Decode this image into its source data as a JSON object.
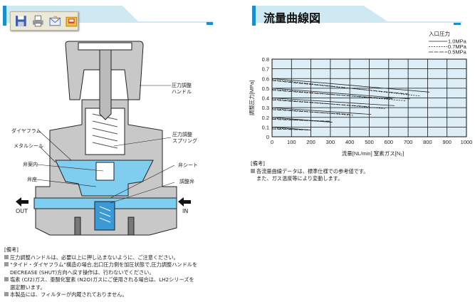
{
  "toolbar": {
    "icons": [
      "save-icon",
      "print-icon",
      "email-icon",
      "save-to-folder-icon"
    ]
  },
  "left": {
    "labels": {
      "handle": "圧力調整\nハンドル",
      "diaphragm": "ダイヤフラム",
      "metal_seal": "メタルシール",
      "valve_guide": "弁案内",
      "valve_seat": "弁座",
      "spring": "圧力調整\nスプリング",
      "seat": "弁シート",
      "adj_valve": "調整弁",
      "out": "OUT",
      "in": "IN"
    },
    "notes_title": "[備考]",
    "notes": [
      "圧力調整ハンドルは、必要以上に押し込まないように、ご注意ください。",
      "“タイド・ダイヤフラム”構造の場合,出口圧力側を加圧状態で,圧力調整ハンドルを",
      "DECREASE (SHUT)方向へ戻す操作は、行わないでください。",
      "塩素 (Cℓ2)ガス、亜酸化窒素 (N2O)ガスにご使用される場合は、LH2シリーズを",
      "選定願います。",
      "本製品には、フィルターが内蔵されておりません。"
    ]
  },
  "right": {
    "title": "流量曲線図",
    "notes_title": "[備考]",
    "notes": [
      "各流量曲線データは、標準仕様での参考値です。",
      "また、ガス温度等により変動します。"
    ]
  },
  "chart_data": {
    "type": "line",
    "xlabel": "流量[NL/min] 窒素ガス[N₂]",
    "ylabel": "調整圧力[MPa]",
    "xlim": [
      0,
      1000
    ],
    "ylim": [
      0,
      0.8
    ],
    "xticks": [
      "0",
      "100",
      "200",
      "300",
      "400",
      "500",
      "600",
      "700",
      "800",
      "900",
      "1000"
    ],
    "yticks": [
      "0",
      "0.1",
      "0.2",
      "0.3",
      "0.4",
      "0.5",
      "0.6",
      "0.7",
      "0.8"
    ],
    "grid": true,
    "legend_title": "入口圧力",
    "legend_position": "top-right",
    "series": [
      {
        "name": "1.0MPa",
        "style": "solid",
        "lines": [
          [
            [
              0,
              0.6
            ],
            [
              810,
              0.46
            ]
          ],
          [
            [
              0,
              0.5
            ],
            [
              710,
              0.39
            ]
          ],
          [
            [
              0,
              0.4
            ],
            [
              630,
              0.32
            ]
          ],
          [
            [
              0,
              0.3
            ],
            [
              510,
              0.23
            ]
          ],
          [
            [
              0,
              0.2
            ],
            [
              310,
              0.15
            ]
          ],
          [
            [
              0,
              0.1
            ],
            [
              200,
              0.07
            ]
          ]
        ]
      },
      {
        "name": "0.7MPa",
        "style": "dashed",
        "lines": [
          [
            [
              0,
              0.59
            ],
            [
              760,
              0.42
            ]
          ],
          [
            [
              0,
              0.49
            ],
            [
              690,
              0.37
            ]
          ],
          [
            [
              0,
              0.39
            ],
            [
              580,
              0.29
            ]
          ],
          [
            [
              0,
              0.29
            ],
            [
              420,
              0.22
            ]
          ],
          [
            [
              0,
              0.19
            ],
            [
              310,
              0.15
            ]
          ],
          [
            [
              0,
              0.09
            ],
            [
              200,
              0.07
            ]
          ]
        ]
      },
      {
        "name": "0.5MPa",
        "style": "dash-long",
        "lines": [
          [
            [
              0,
              0.58
            ],
            [
              700,
              0.44
            ]
          ],
          [
            [
              0,
              0.48
            ],
            [
              620,
              0.39
            ]
          ],
          [
            [
              0,
              0.38
            ],
            [
              500,
              0.31
            ]
          ],
          [
            [
              0,
              0.28
            ],
            [
              400,
              0.23
            ]
          ],
          [
            [
              0,
              0.18
            ],
            [
              300,
              0.16
            ]
          ],
          [
            [
              0,
              0.08
            ],
            [
              190,
              0.07
            ]
          ]
        ]
      }
    ]
  }
}
